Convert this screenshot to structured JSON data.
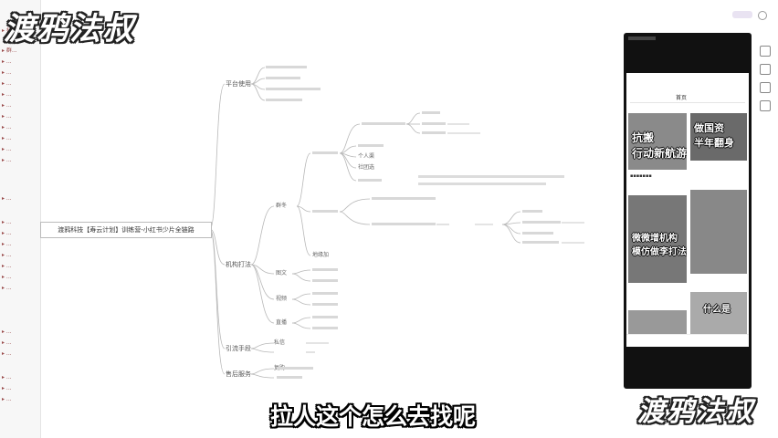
{
  "watermark": {
    "text": "渡鸦法叔"
  },
  "subtitle": "拉人这个怎么去找呢",
  "mindmap": {
    "root": "渡鸦科技【寿云计划】训练营-小红书少片全链路",
    "branches": {
      "b1": "平台使用",
      "b2": "机构打法",
      "b3": "引流手段",
      "b4": "售后服务"
    },
    "sub": {
      "s1": "群冬",
      "s2": "图文",
      "s3": "视频",
      "s4": "直播",
      "s5": "地缘加",
      "s6": "个人渠",
      "s7": "社团选",
      "s8": "私信",
      "s9": "复购"
    }
  },
  "phone": {
    "tab": "首页",
    "cards": [
      {
        "big": "抗搬\n行动新航游"
      },
      {
        "big": "做国资\n半年翻身"
      },
      {
        "big": "微微增机构\n模仿做李打法"
      },
      {
        "big": "什么是"
      }
    ]
  }
}
